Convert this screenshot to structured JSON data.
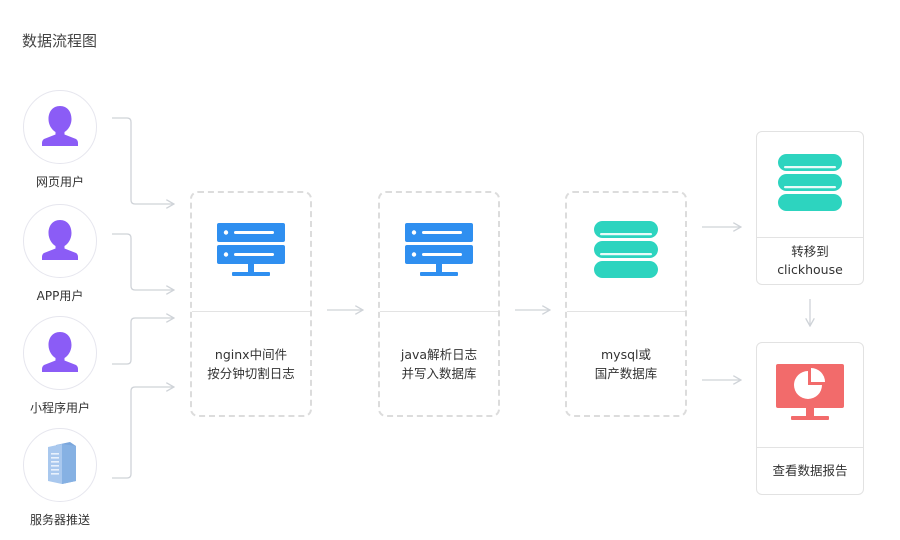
{
  "title": "数据流程图",
  "sources": [
    {
      "label": "网页用户",
      "icon": "user-icon"
    },
    {
      "label": "APP用户",
      "icon": "user-icon"
    },
    {
      "label": "小程序用户",
      "icon": "user-icon"
    },
    {
      "label": "服务器推送",
      "icon": "server-tower-icon"
    }
  ],
  "stages": [
    {
      "line1": "nginx中间件",
      "line2": "按分钟切割日志",
      "icon": "server-icon"
    },
    {
      "line1": "java解析日志",
      "line2": "并写入数据库",
      "icon": "server-icon"
    },
    {
      "line1": "mysql或",
      "line2": "国产数据库",
      "icon": "database-icon"
    }
  ],
  "outputs": [
    {
      "line1": "转移到",
      "line2": "clickhouse",
      "icon": "database-icon"
    },
    {
      "line1": "查看数据报告",
      "icon": "pie-chart-monitor-icon"
    }
  ],
  "colors": {
    "user": "#8b5cf6",
    "server": "#2f8ff0",
    "database": "#2dd4bf",
    "report": "#f26b6b",
    "connector": "#cfd3d8"
  }
}
